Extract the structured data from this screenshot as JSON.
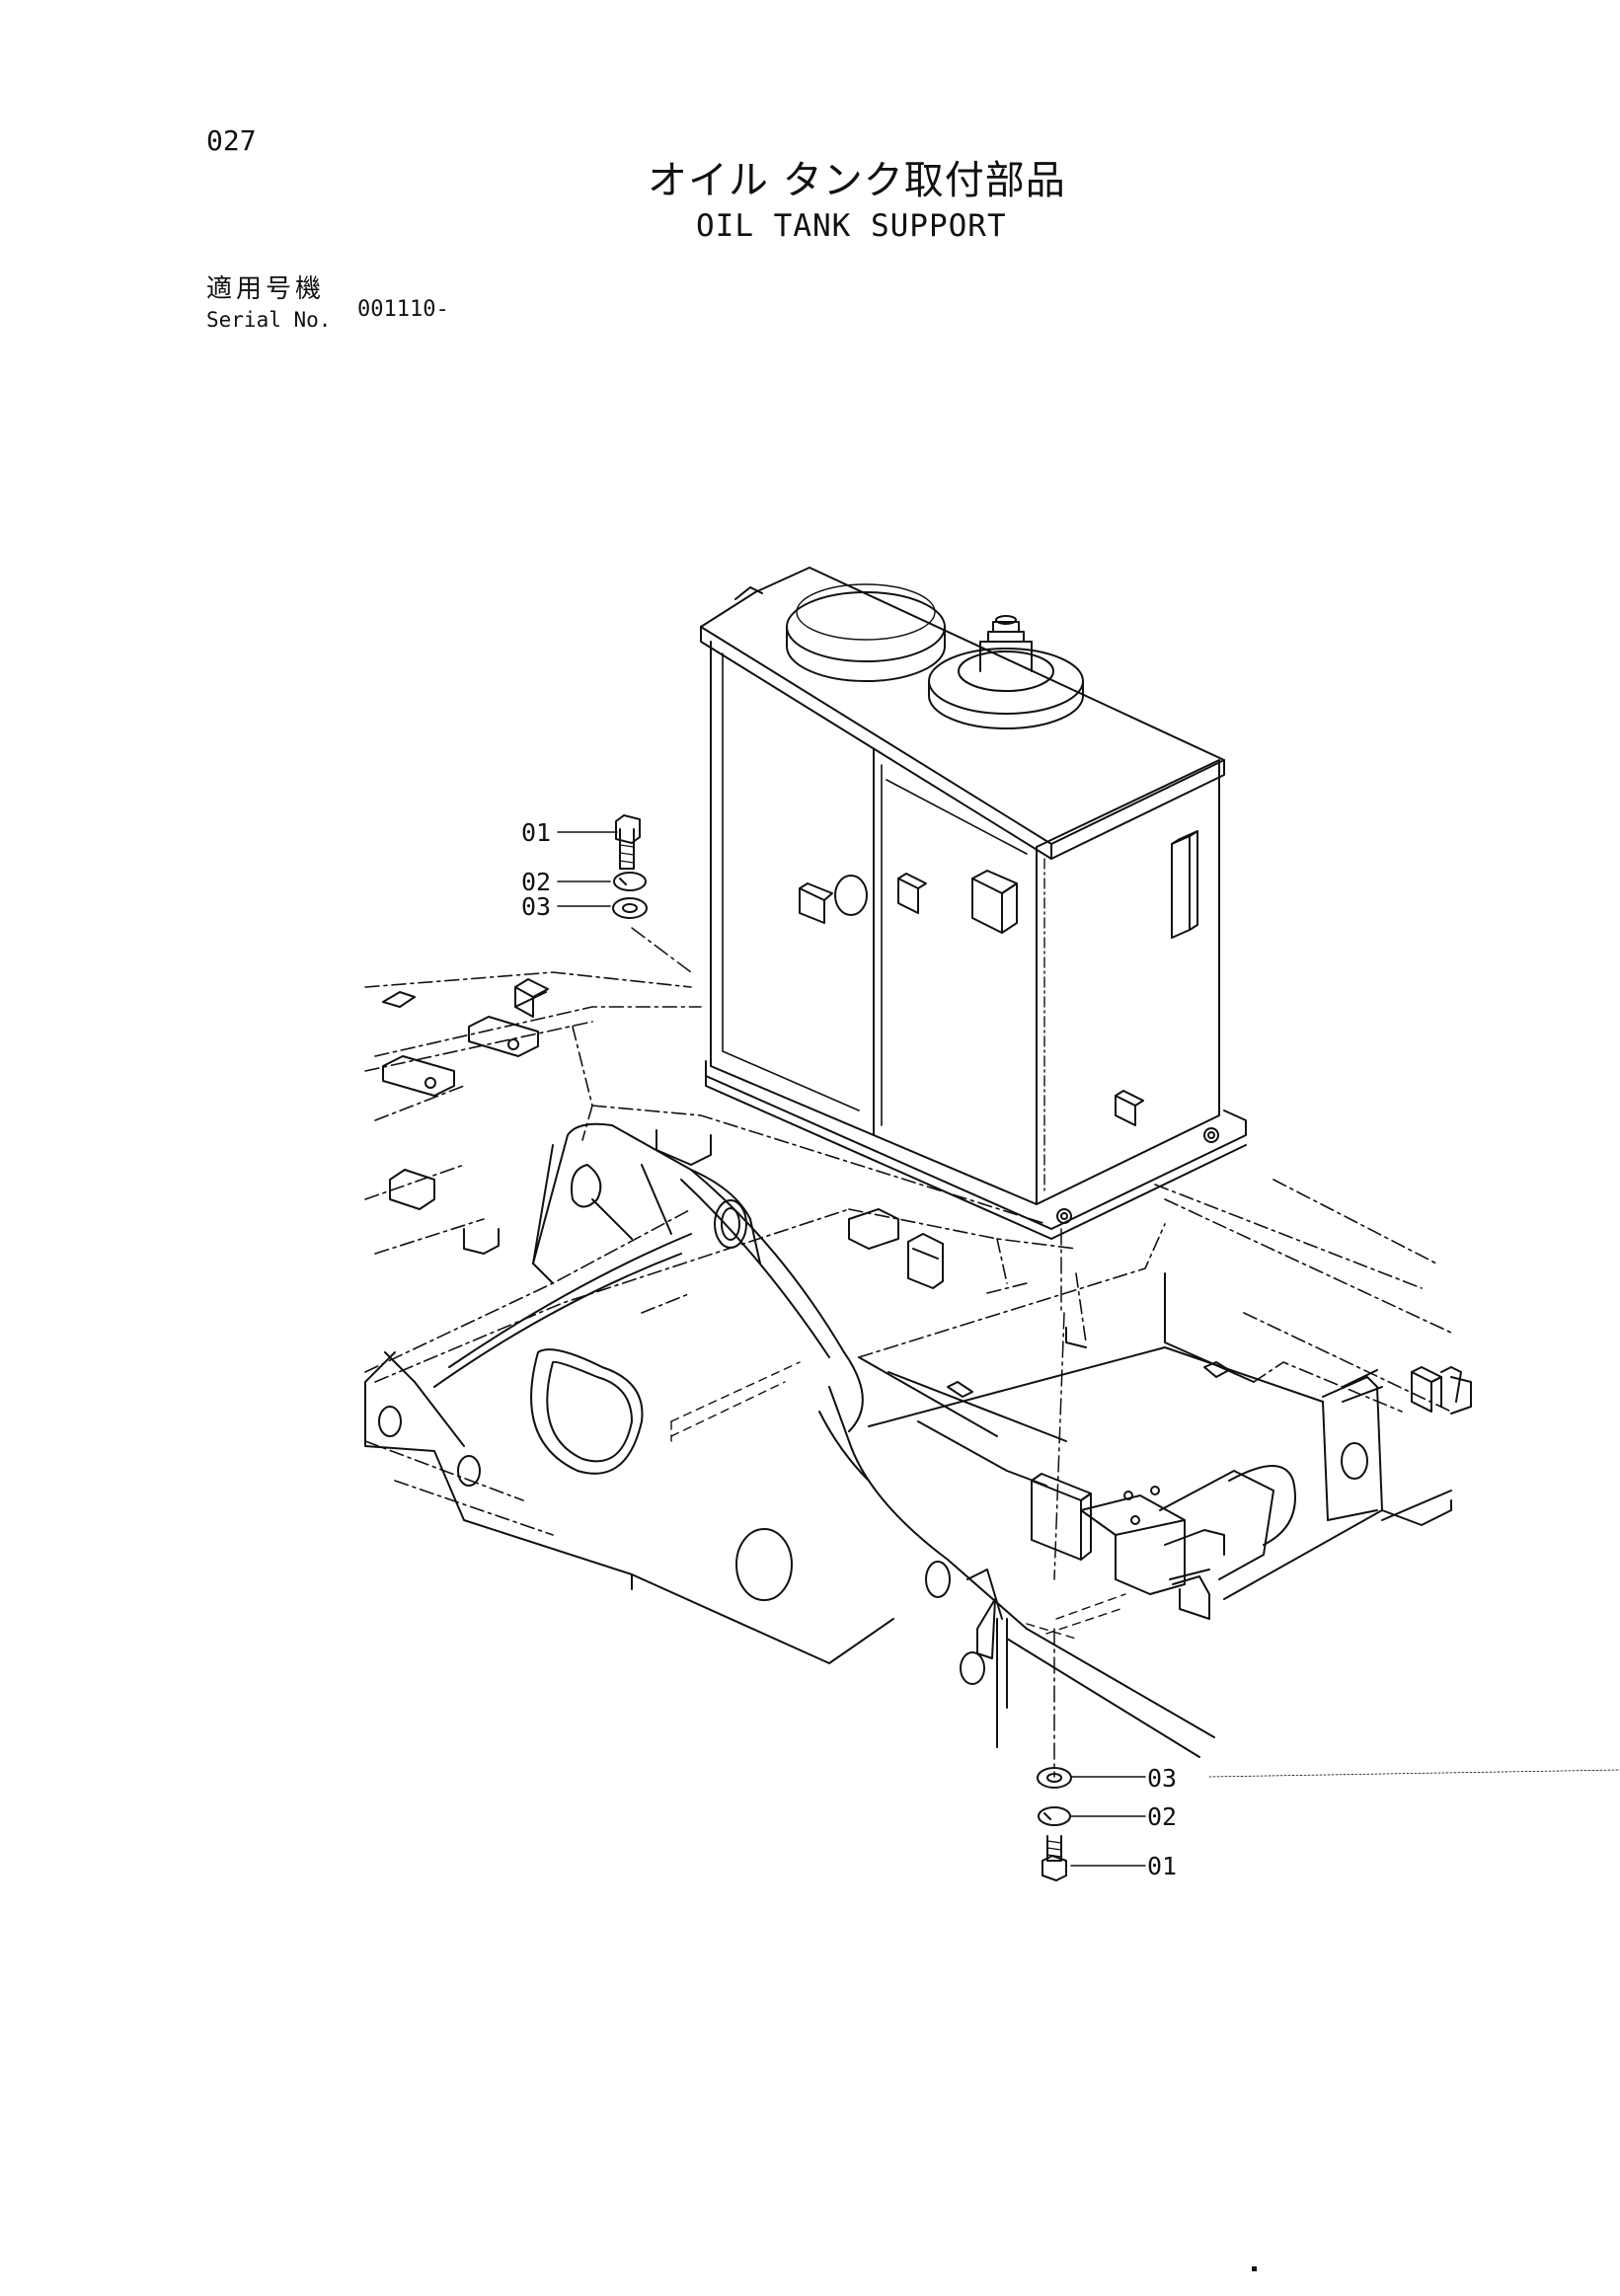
{
  "header": {
    "page_number": "027",
    "title_jp": "オイル タンク取付部品",
    "title_en": "OIL TANK SUPPORT"
  },
  "serial": {
    "label_jp": "適用号機",
    "label_en": "Serial No.",
    "value": "001110-"
  },
  "callouts": {
    "upper": [
      "01",
      "02",
      "03"
    ],
    "lower": [
      "03",
      "02",
      "01"
    ]
  },
  "parts": [
    {
      "ref": "01",
      "icon": "bolt-icon"
    },
    {
      "ref": "02",
      "icon": "spring-washer-icon"
    },
    {
      "ref": "03",
      "icon": "flat-washer-icon"
    }
  ]
}
